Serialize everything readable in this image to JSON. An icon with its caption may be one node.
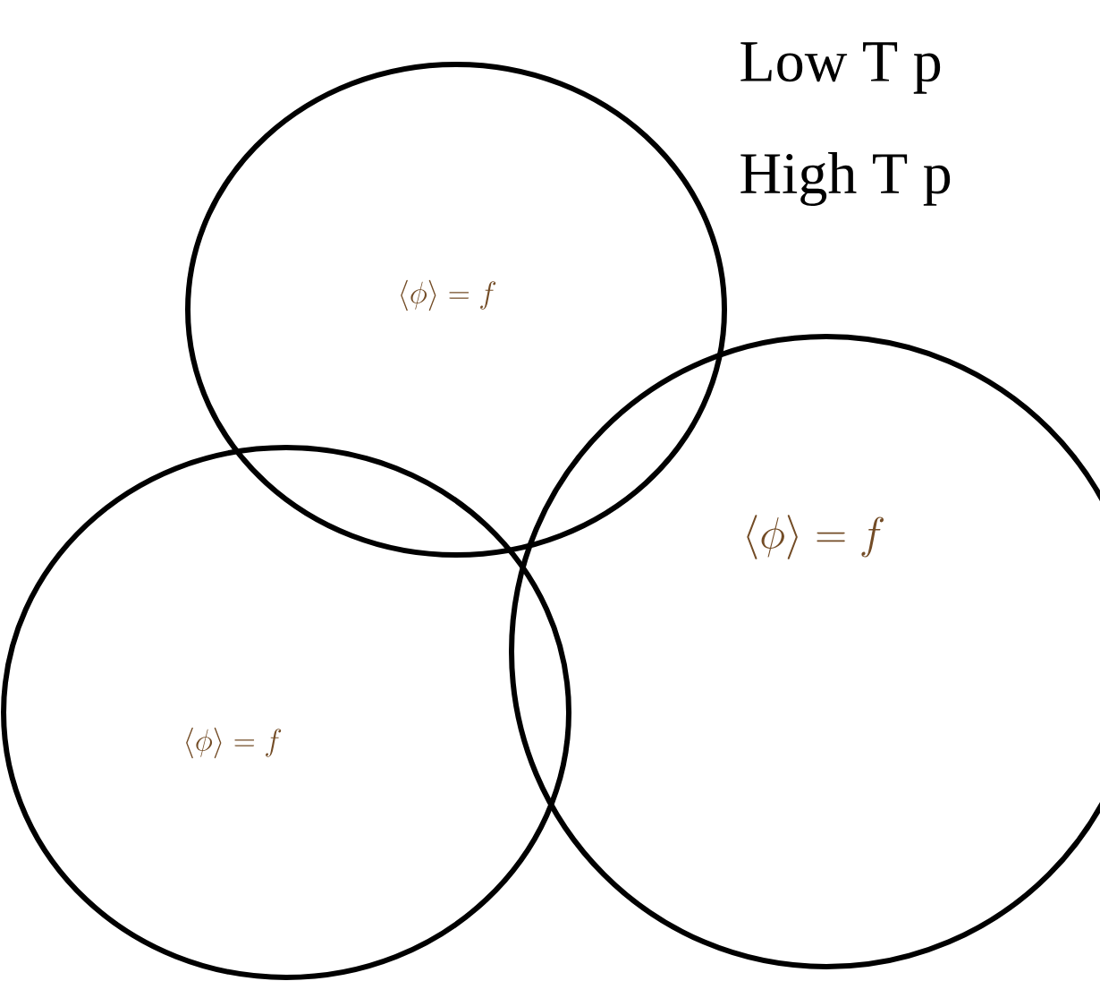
{
  "diagram": {
    "nodes": [
      {
        "text": [
          "\\langle\\phi\\rangle = f"
        ]
      },
      {
        "text": [
          "\\langle\\phi\\rangle = f"
        ]
      },
      {
        "text": [
          "\\langle\\phi\\rangle = f"
        ]
      }
    ],
    "labels": [
      "Low T p",
      "High T p"
    ]
  }
}
